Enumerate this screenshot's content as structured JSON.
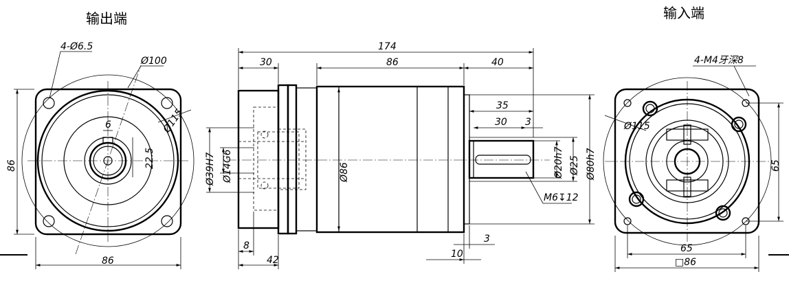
{
  "titles": {
    "output_end": "输出端",
    "input_end": "输入端"
  },
  "left_view": {
    "holes": "4-Ø6.5",
    "pcd": "Ø100",
    "flange_dia": "Ø115",
    "key_width": "6",
    "key_height": "22.5",
    "height": "86",
    "width": "86"
  },
  "side_view": {
    "overall_length": "174",
    "front_length": "30",
    "body_length": "86",
    "shaft_length": "40",
    "shaft_key_length": "35",
    "key_length": "30",
    "key_offset": "3",
    "pilot_dia": "Ø39H7",
    "inner_dia": "Ø14G6",
    "body_dia": "Ø86",
    "shaft_dia": "Ø20h7",
    "shoulder_dia": "Ø25",
    "spigot_dia": "Ø80h7",
    "tap": "M6↧12",
    "pilot_depth": "8",
    "front_depth": "42",
    "shoulder_len": "10",
    "gap": "3"
  },
  "right_view": {
    "tapped_holes": "4-M4牙深8",
    "bolt_circle": "Ø115",
    "height": "65",
    "width": "65",
    "square": "□86"
  }
}
